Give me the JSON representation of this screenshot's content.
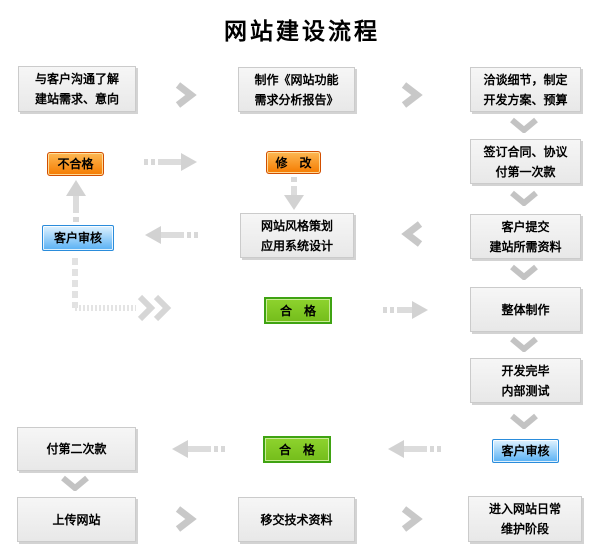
{
  "title": "网站建设流程",
  "nodes": {
    "communicate": {
      "line1": "与客户沟通了解",
      "line2": "建站需求、意向"
    },
    "report": {
      "line1": "制作《网站功能",
      "line2": "需求分析报告》"
    },
    "negotiate": {
      "line1": "洽谈细节，制定",
      "line2": "开发方案、预算"
    },
    "contract": {
      "line1": "签订合同、协议",
      "line2": "付第一次款"
    },
    "unqualified": {
      "line1": "不合格"
    },
    "modify": {
      "line1": "修　改"
    },
    "review1": {
      "line1": "客户审核"
    },
    "style_design": {
      "line1": "网站风格策划",
      "line2": "应用系统设计"
    },
    "submit": {
      "line1": "客户提交",
      "line2": "建站所需资料"
    },
    "qualified1": {
      "line1": "合　格"
    },
    "production": {
      "line1": "整体制作"
    },
    "testing": {
      "line1": "开发完毕",
      "line2": "内部测试"
    },
    "payment2": {
      "line1": "付第二次款"
    },
    "qualified2": {
      "line1": "合　格"
    },
    "review2": {
      "line1": "客户审核"
    },
    "upload": {
      "line1": "上传网站"
    },
    "handover": {
      "line1": "移交技术资料"
    },
    "maintenance": {
      "line1": "进入网站日常",
      "line2": "维护阶段"
    }
  },
  "colors": {
    "background": "#ffffff",
    "title_color": "#000000",
    "box_fill": "#efefef",
    "box_border": "#cbcbcb",
    "box_shadow": "#9c9c9c",
    "orange_fill_top": "#fdb853",
    "orange_fill_bottom": "#f57b00",
    "orange_border": "#d24e00",
    "blue_fill_top": "#dff2ff",
    "blue_fill_bottom": "#58b0f4",
    "blue_border": "#2a8cdb",
    "green_fill": "#7fc722",
    "green_border": "#3fa312",
    "arrow_gray": "#c8c8c8"
  }
}
